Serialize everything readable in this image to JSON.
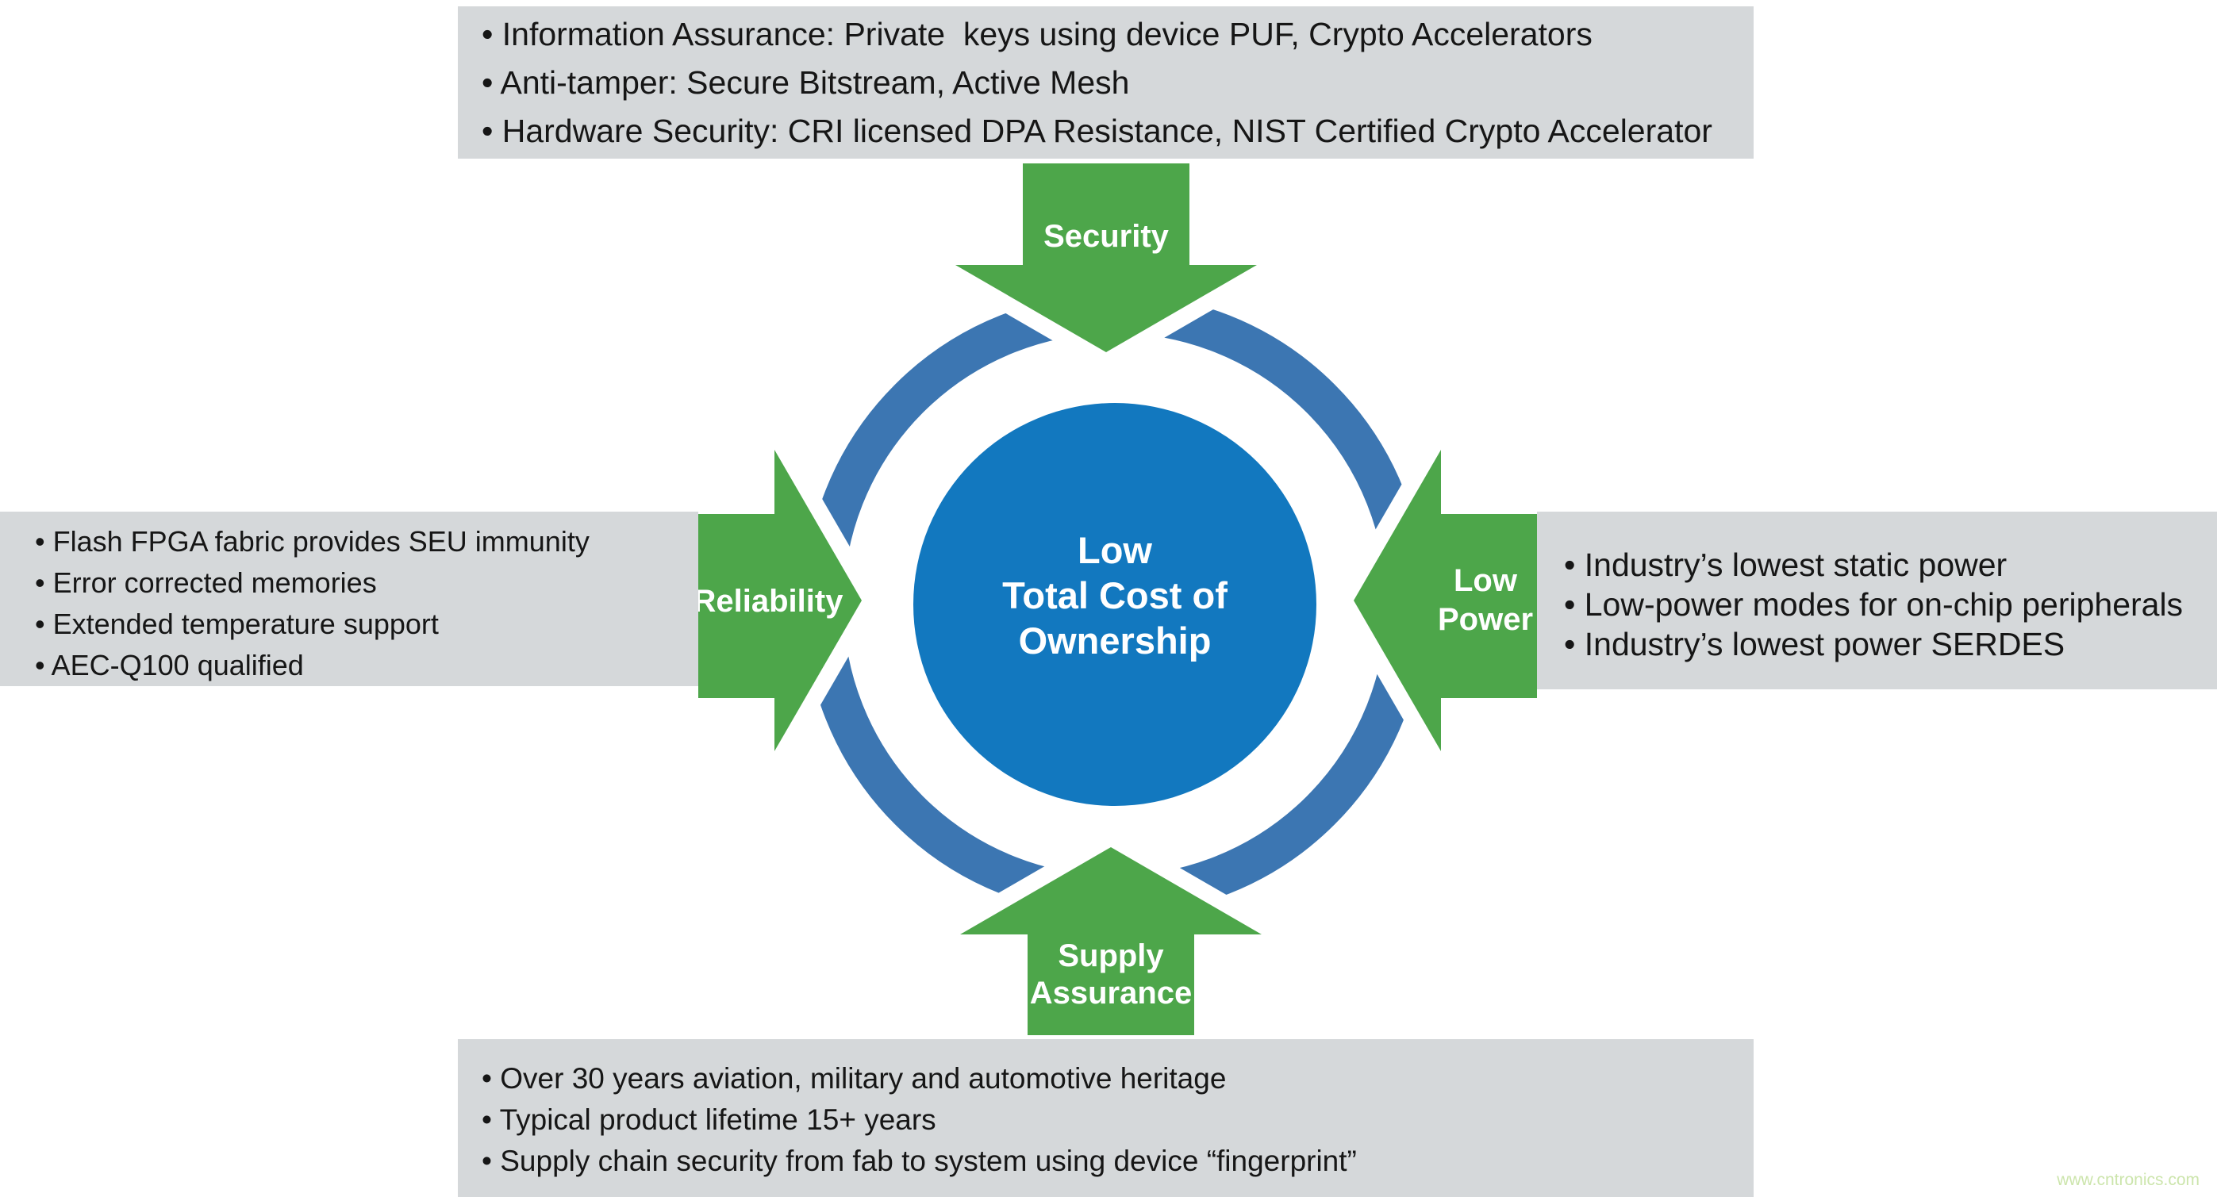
{
  "diagram": {
    "center": {
      "line1": "Low",
      "line2": "Total Cost of",
      "line3": "Ownership"
    },
    "arrows": {
      "top": {
        "label": "Security"
      },
      "left": {
        "label": "Reliability"
      },
      "right": {
        "label_line1": "Low",
        "label_line2": "Power"
      },
      "bottom": {
        "label_line1": "Supply",
        "label_line2": "Assurance"
      }
    },
    "colors": {
      "arrow_green": "#4DA64A",
      "ring_blue": "#3C76B2",
      "circle_blue": "#1278BF",
      "box_gray": "#D5D8DA"
    }
  },
  "boxes": {
    "top": {
      "items": [
        "• Information Assurance: Private  keys using device PUF, Crypto Accelerators",
        "• Anti-tamper: Secure Bitstream, Active Mesh",
        "• Hardware Security: CRI licensed DPA Resistance, NIST Certified Crypto Accelerator"
      ]
    },
    "left": {
      "items": [
        "• Flash FPGA fabric provides SEU immunity",
        "• Error corrected memories",
        "• Extended temperature support",
        "• AEC-Q100 qualified"
      ]
    },
    "right": {
      "items": [
        "• Industry’s lowest static power",
        "• Low-power modes for on-chip peripherals",
        "• Industry’s lowest power SERDES"
      ]
    },
    "bottom": {
      "items": [
        "• Over 30 years aviation, military and automotive heritage",
        "• Typical product lifetime 15+ years",
        "• Supply chain security from fab to system using device “fingerprint”"
      ]
    }
  },
  "watermark": {
    "text": "www.cntronics.com",
    "color": "#CCE5AC"
  }
}
